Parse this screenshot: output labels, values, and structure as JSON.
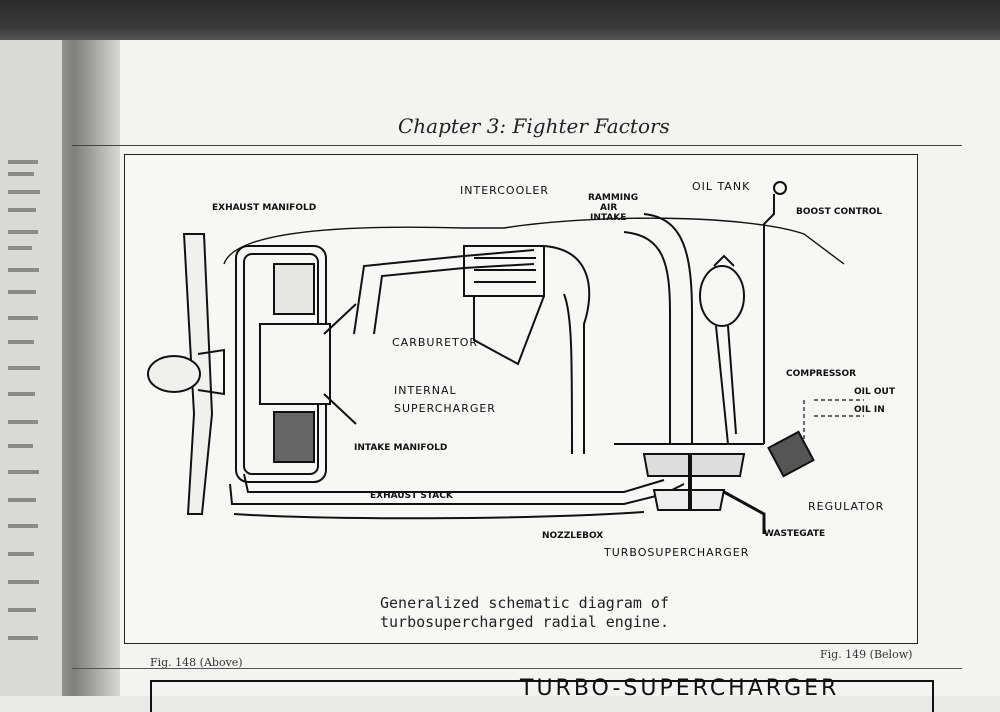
{
  "header": {
    "chapter_title": "Chapter 3: Fighter Factors"
  },
  "diagram": {
    "labels": {
      "exhaust_manifold": "EXHAUST MANIFOLD",
      "intercooler": "INTERCOOLER",
      "ramming_air_intake": [
        "RAMMING",
        "AIR",
        "INTAKE"
      ],
      "oil_tank": "OIL TANK",
      "boost_control": "BOOST CONTROL",
      "carburetor": "CARBURETOR",
      "internal_supercharger": [
        "INTERNAL",
        "SUPERCHARGER"
      ],
      "compressor": "COMPRESSOR",
      "oil_out": "OIL OUT",
      "oil_in": "OIL IN",
      "intake_manifold": "INTAKE MANIFOLD",
      "exhaust_stack": "EXHAUST STACK",
      "regulator": "REGULATOR",
      "nozzlebox": "NOZZLEBOX",
      "wastegate": "WASTEGATE",
      "turbosupercharger": "TURBOSUPERCHARGER"
    },
    "caption_line1": "Generalized schematic diagram of",
    "caption_line2": "turbosupercharged radial engine."
  },
  "footer": {
    "fig_left": "Fig. 148 (Above)",
    "fig_right": "Fig. 149 (Below)",
    "next_title": "TURBO-SUPERCHARGER"
  }
}
